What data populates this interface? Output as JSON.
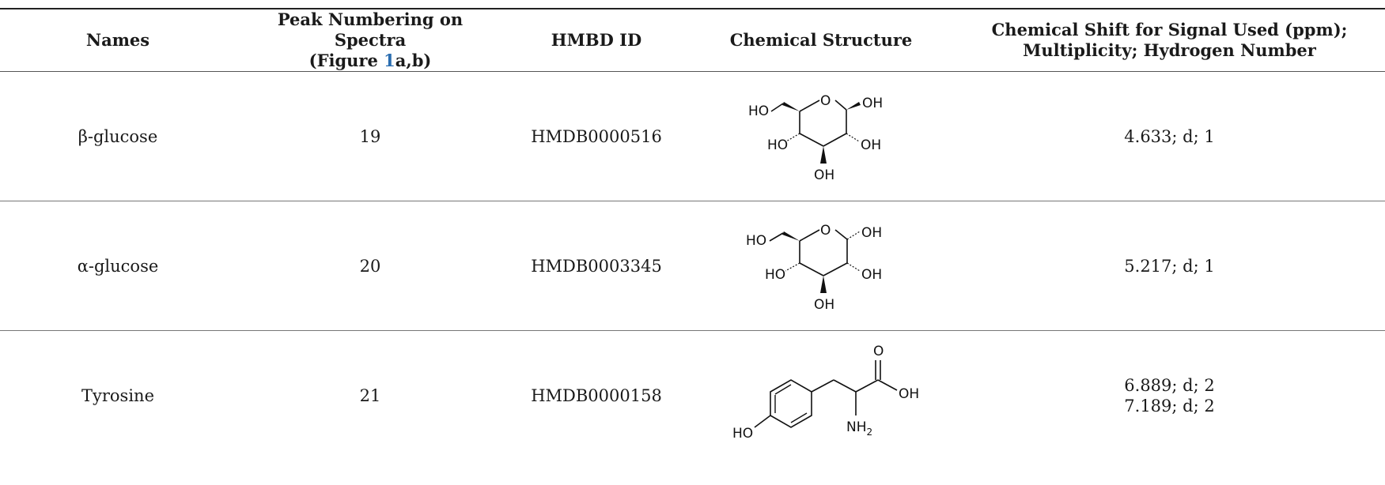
{
  "headers": {
    "names": "Names",
    "peak_line1": "Peak Numbering on Spectra",
    "peak_line2_pre": "(Figure ",
    "peak_line2_link": "1",
    "peak_line2_post": "a,b)",
    "hmbd": "HMBD ID",
    "structure": "Chemical Structure",
    "shift_line1": "Chemical Shift for Signal Used (ppm);",
    "shift_line2": "Multiplicity; Hydrogen Number"
  },
  "colors": {
    "link": "#2a6db0",
    "text": "#1a1a1a"
  },
  "rows": [
    {
      "name": "β-glucose",
      "peak": "19",
      "hmdb": "HMDB0000516",
      "structure_icon": "beta-glucose-structure",
      "shifts": [
        "4.633; d; 1"
      ],
      "labels": {
        "ho_top": "HO",
        "o_ring": "O",
        "oh_right": "OH",
        "ho_left": "HO",
        "oh_lower": "OH",
        "oh_bottom": "OH"
      }
    },
    {
      "name": "α-glucose",
      "peak": "20",
      "hmdb": "HMDB0003345",
      "structure_icon": "alpha-glucose-structure",
      "shifts": [
        "5.217; d; 1"
      ],
      "labels": {
        "ho_top": "HO",
        "o_ring": "O",
        "oh_right": "OH",
        "ho_left": "HO",
        "oh_lower": "OH",
        "oh_bottom": "OH"
      }
    },
    {
      "name": "Tyrosine",
      "peak": "21",
      "hmdb": "HMDB0000158",
      "structure_icon": "tyrosine-structure",
      "shifts": [
        "6.889; d; 2",
        "7.189; d; 2"
      ],
      "labels": {
        "o_carbonyl": "O",
        "oh_acid": "OH",
        "nh": "NH",
        "nh_sub": "2",
        "ho_phenol": "HO"
      }
    }
  ]
}
